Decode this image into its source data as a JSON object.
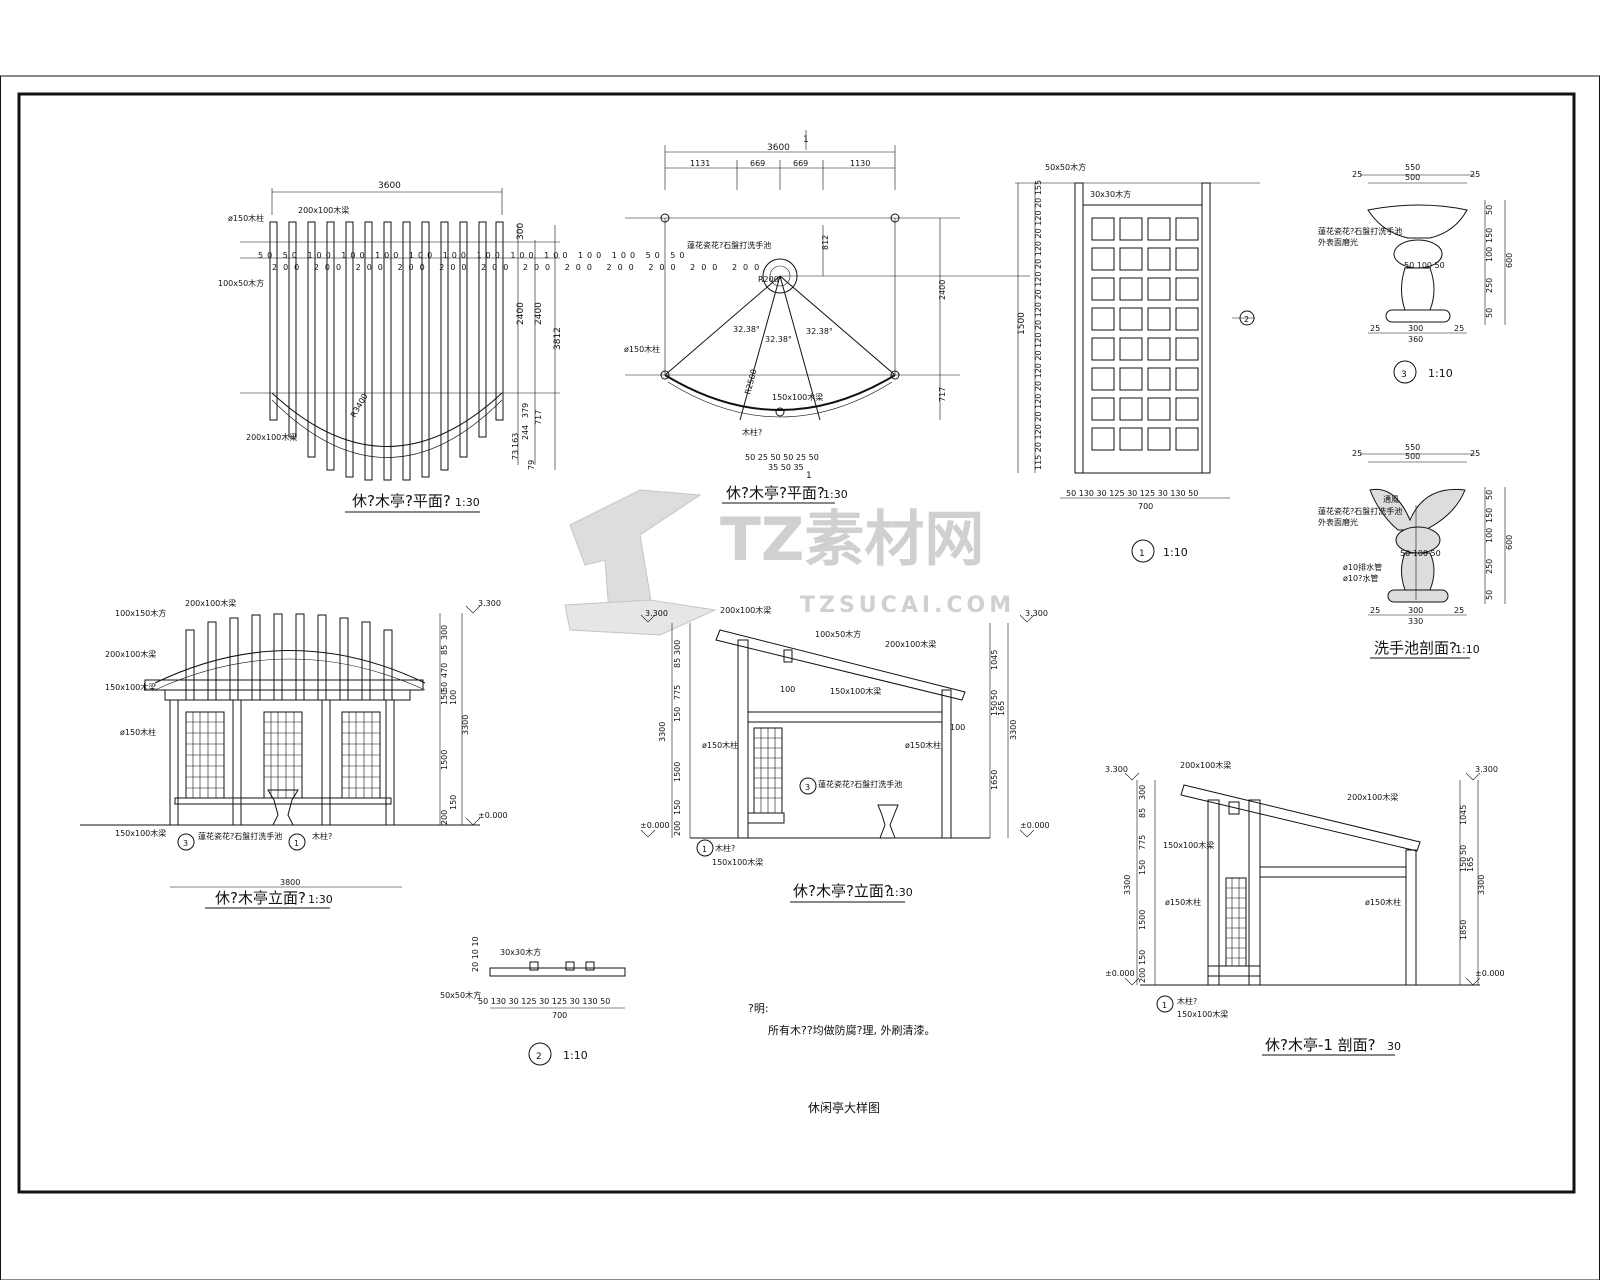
{
  "plan_view": {
    "title": "休?木亭?平面?",
    "scale": "1:30",
    "width_dim": "3600",
    "labels": [
      "ø150木柱",
      "200x100木梁",
      "100x50木方",
      "200x100木梁"
    ],
    "post_spacing_top": [
      "50",
      "50",
      "100",
      "100",
      "100",
      "100",
      "100",
      "100",
      "100",
      "100",
      "100",
      "100",
      "50",
      "50"
    ],
    "post_spacing_bottom": [
      "200",
      "200",
      "200",
      "200",
      "200",
      "200",
      "200",
      "200",
      "200",
      "200",
      "200",
      "200"
    ],
    "right_dims": [
      "300",
      "2400",
      "2400",
      "3812",
      "379",
      "244",
      "717",
      "163",
      "73",
      "79"
    ],
    "radius": "R3400"
  },
  "roof_plan": {
    "title": "休?木亭?平面?",
    "scale": "1:30",
    "total": "3600",
    "segments": [
      "1131",
      "669",
      "669",
      "1130"
    ],
    "section_mark": "1",
    "sink_label": "蓮花瓷花?石盤打洗手池",
    "dims": [
      "812",
      "2400",
      "717"
    ],
    "angles": [
      "32.38°",
      "32.38°",
      "32.38°"
    ],
    "radius_small": "R200",
    "radius_big": "R2500",
    "labels": [
      "ø150木柱",
      "150x100木梁",
      "木柱?"
    ],
    "bottom_dims": [
      "50",
      "25",
      "50",
      "50",
      "25",
      "50",
      "35",
      "50",
      "35"
    ]
  },
  "panel_1": {
    "scale": "1:10",
    "marker": "1",
    "top_label": "50x50木方",
    "inner_label": "30x30木方",
    "height": "1500",
    "vertical_dims": [
      "155",
      "20",
      "120",
      "20",
      "120",
      "20",
      "120",
      "20",
      "120",
      "20",
      "120",
      "20",
      "120",
      "20",
      "120",
      "20",
      "120",
      "20",
      "115"
    ],
    "bottom_dims": [
      "50",
      "130",
      "30",
      "125",
      "30",
      "125",
      "30",
      "130",
      "50"
    ],
    "bottom_total": "700",
    "callout": "2"
  },
  "sink_detail": {
    "marker": "3",
    "scale": "1:10",
    "top_dims": [
      "25",
      "550",
      "500",
      "25"
    ],
    "labels": [
      "蓮花瓷花?石盤打洗手池",
      "外表面磨光"
    ],
    "mid_dims": [
      "50",
      "100",
      "50"
    ],
    "right_dims": [
      "50",
      "150",
      "100",
      "250",
      "50",
      "600"
    ],
    "bottom_dims": [
      "25",
      "300",
      "360",
      "25"
    ]
  },
  "sink_section": {
    "title": "洗手池剖面?",
    "scale": "1:10",
    "top_dims": [
      "25",
      "550",
      "500",
      "25"
    ],
    "labels": [
      "通風",
      "蓮花瓷花?石盤打洗手池",
      "外表面磨光",
      "ø10排水管",
      "ø10?水管"
    ],
    "right_dims": [
      "50",
      "150",
      "100",
      "250",
      "50",
      "600"
    ],
    "bottom_dims": [
      "25",
      "300",
      "330",
      "25"
    ],
    "mid_dims": [
      "50",
      "100",
      "50"
    ]
  },
  "front_elevation": {
    "title": "休?木亭立面?",
    "scale": "1:30",
    "width": "3800",
    "labels": [
      "100x150木方",
      "200x100木梁",
      "200x100木梁",
      "150x100木梁",
      "ø150木柱",
      "150x100木梁",
      "蓮花瓷花?石盤打洗手池",
      "木柱?"
    ],
    "markers": [
      "3",
      "1"
    ],
    "elev_top": "3.300",
    "elev_bottom": "±0.000",
    "right_dims": [
      "300",
      "85",
      "470",
      "50",
      "150",
      "100",
      "3300",
      "1500",
      "150",
      "200"
    ]
  },
  "side_elevation": {
    "title": "休?木亭?立面?",
    "scale": "1:30",
    "labels": [
      "200x100木梁",
      "100x50木方",
      "200x100木梁",
      "150x100木梁",
      "ø150木柱",
      "ø150木柱",
      "蓮花瓷花?石盤打洗手池",
      "木柱?",
      "150x100木梁"
    ],
    "markers": [
      "3",
      "1"
    ],
    "elev_top_left": "3.300",
    "elev_top_right": "3.300",
    "elev_bottom_left": "±0.000",
    "elev_bottom_right": "±0.000",
    "left_dims": [
      "300",
      "85",
      "775",
      "150",
      "3300",
      "1500",
      "150",
      "200"
    ],
    "right_dims": [
      "1045",
      "50",
      "150",
      "165",
      "3300",
      "1650"
    ],
    "inner_dims": [
      "100",
      "100"
    ]
  },
  "panel_2": {
    "marker": "2",
    "scale": "1:10",
    "labels": [
      "30x30木方",
      "50x50木方"
    ],
    "side_dims": [
      "20",
      "10",
      "10"
    ],
    "bottom_dims": [
      "50",
      "130",
      "30",
      "125",
      "30",
      "125",
      "30",
      "130",
      "50"
    ],
    "total": "700"
  },
  "notes": {
    "heading": "?明:",
    "text": "所有木??均做防腐?理, 外刷清漆。"
  },
  "sheet_title": "休闲亭大样图",
  "section_view": {
    "title": "休?木亭-1    剖面?",
    "scale": "30",
    "labels": [
      "200x100木梁",
      "200x100木梁",
      "150x100木梁",
      "ø150木柱",
      "ø150木柱",
      "木柱?",
      "150x100木梁"
    ],
    "marker": "1",
    "elev_top_left": "3.300",
    "elev_top_right": "3.300",
    "elev_bottom_left": "±0.000",
    "elev_bottom_right": "±0.000",
    "left_dims": [
      "300",
      "85",
      "775",
      "150",
      "3300",
      "1500",
      "150",
      "200"
    ],
    "right_dims": [
      "1045",
      "50",
      "150",
      "165",
      "3300",
      "1850"
    ]
  },
  "watermark": {
    "cn": "TZ素材网",
    "en": "TZSUCAI.COM"
  }
}
